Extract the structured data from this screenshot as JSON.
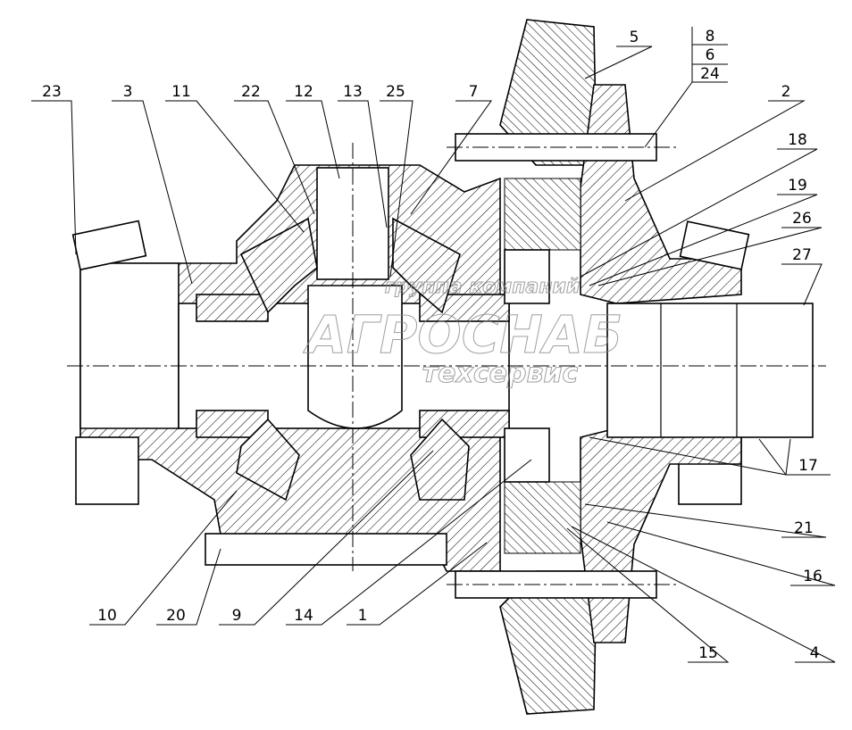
{
  "labels": {
    "l1": "1",
    "l2": "2",
    "l3": "3",
    "l4": "4",
    "l5": "5",
    "l6": "6",
    "l7": "7",
    "l8": "8",
    "l9": "9",
    "l10": "10",
    "l11": "11",
    "l12": "12",
    "l13": "13",
    "l14": "14",
    "l15": "15",
    "l16": "16",
    "l17": "17",
    "l18": "18",
    "l19": "19",
    "l20": "20",
    "l21": "21",
    "l22": "22",
    "l23": "23",
    "l24": "24",
    "l25": "25",
    "l26": "26",
    "l27": "27"
  },
  "watermark": {
    "line1": "группа компаний",
    "line2": "АГРОСНАБ",
    "line3": "техсервис"
  }
}
